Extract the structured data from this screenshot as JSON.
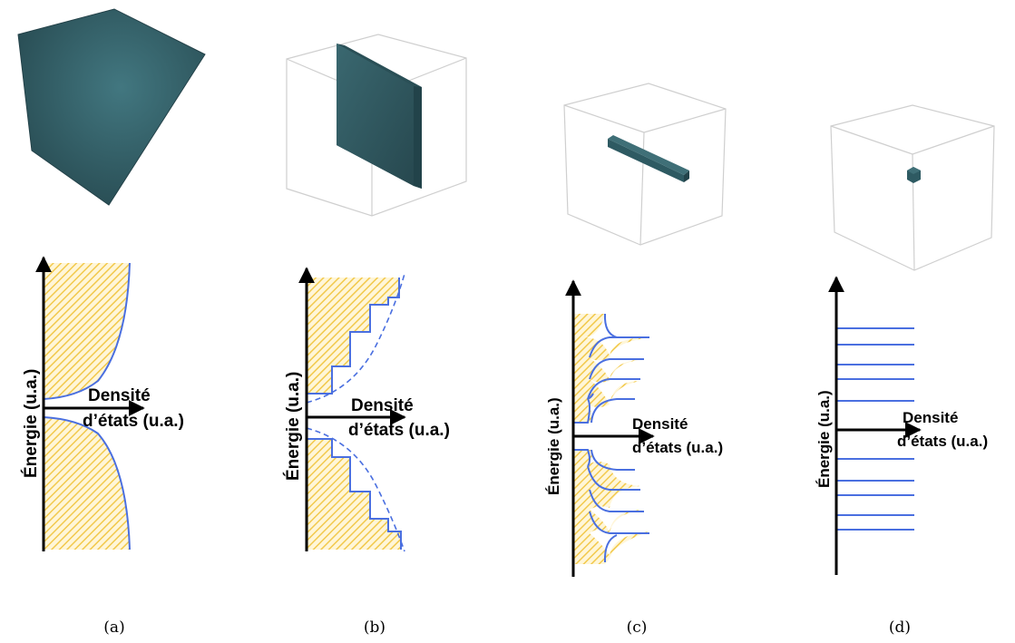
{
  "colors": {
    "solid": "#2e5a62",
    "solid_light": "#3f6f77",
    "solid_dark": "#24474e",
    "box_edge": "#cfcfcf",
    "curve": "#4a6fe0",
    "hatch": "#f2c94c",
    "axis": "#000000"
  },
  "panels": {
    "a": {
      "energy_label": "Énergie (u.a.)",
      "density_label_line1": "Densité",
      "density_label_line2": "d’états (u.a.)",
      "caption": "(a)"
    },
    "b": {
      "energy_label": "Énergie (u.a.)",
      "density_label_line1": "Densité",
      "density_label_line2": "d’états (u.a.)",
      "caption": "(b)"
    },
    "c": {
      "energy_label": "Énergie (u.a.)",
      "density_label_line1": "Densité",
      "density_label_line2": "d’états (u.a.)",
      "caption": "(c)"
    },
    "d": {
      "energy_label": "Énergie (u.a.)",
      "density_label_line1": "Densité",
      "density_label_line2": "d’états (u.a.)",
      "caption": "(d)"
    }
  }
}
